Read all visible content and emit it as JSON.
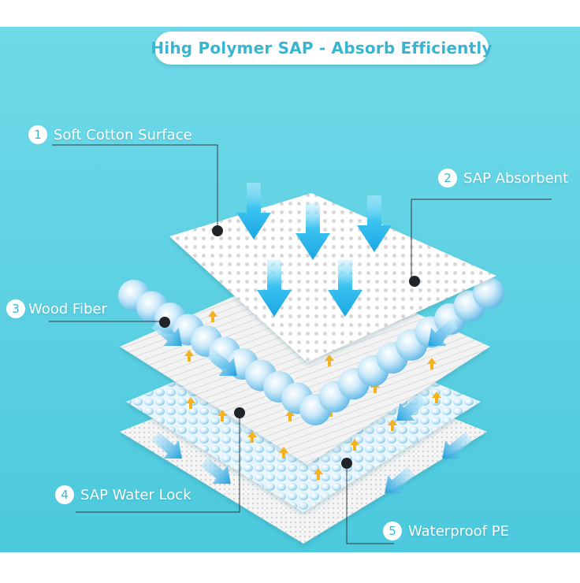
{
  "title": "Hihg Polymer SAP - Absorb Efficiently",
  "layers": [
    {
      "number": "1",
      "label": "Soft Cotton Surface"
    },
    {
      "number": "2",
      "label": "SAP Absorbent"
    },
    {
      "number": "3",
      "label": "Wood Fiber"
    },
    {
      "number": "4",
      "label": "SAP Water Lock"
    },
    {
      "number": "5",
      "label": "Waterproof PE"
    }
  ],
  "colors": {
    "background": "#5dd4e4",
    "title_text": "#38b6d1",
    "arrow": "#27b4e6",
    "small_arrow": "#f5b21f",
    "sap_bead": "#7fcaf0"
  }
}
